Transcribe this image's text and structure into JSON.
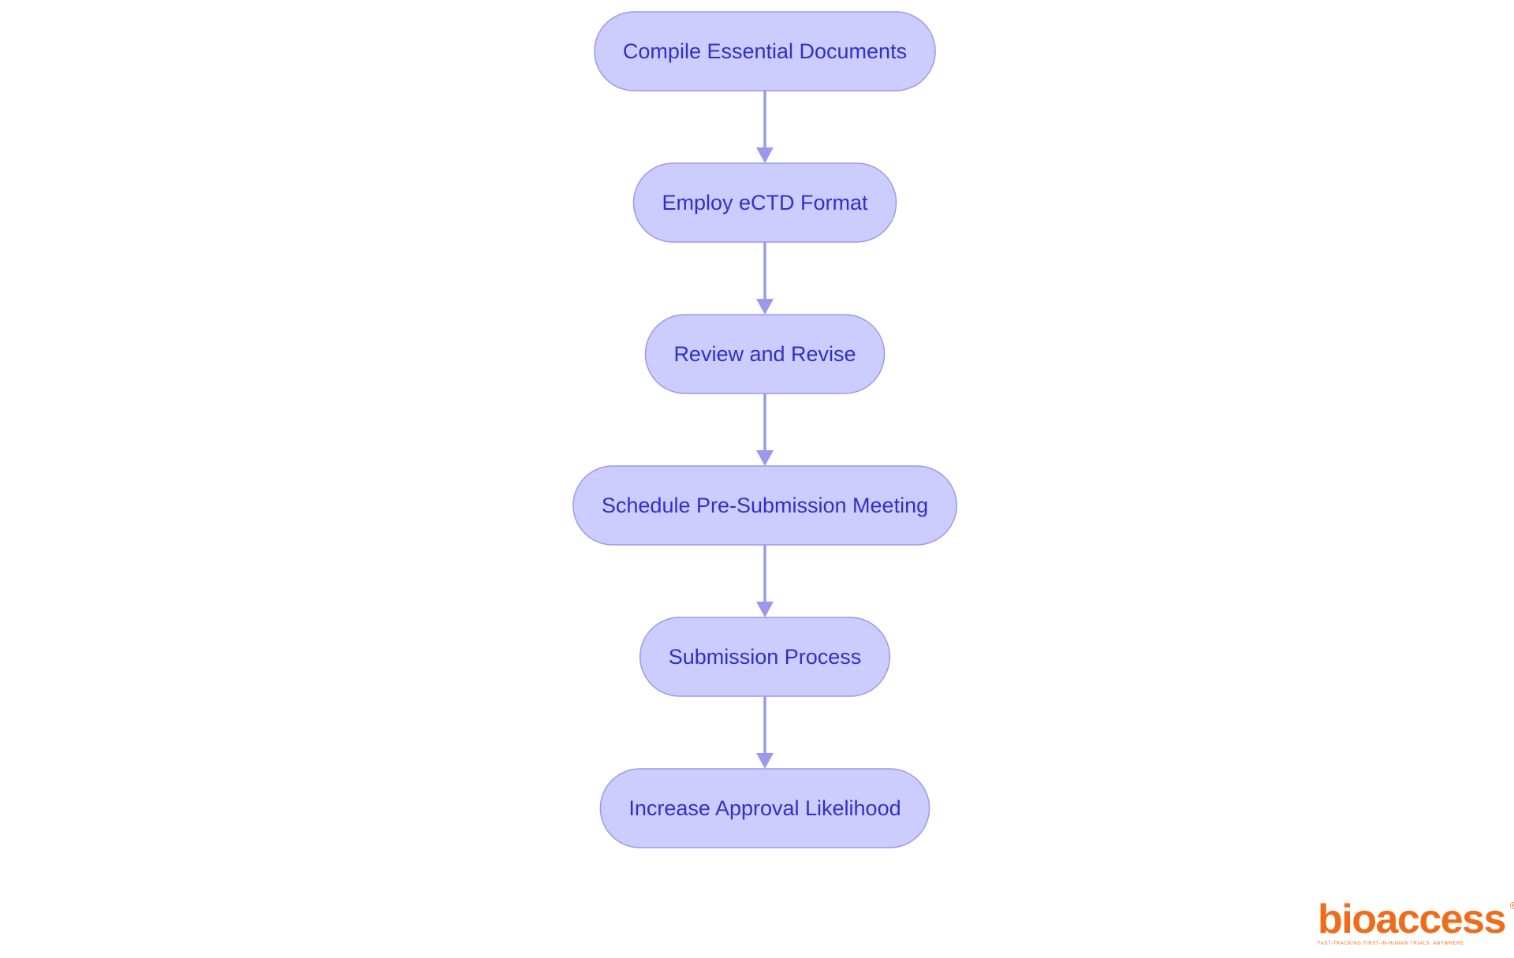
{
  "diagram": {
    "nodes": [
      {
        "id": "n1",
        "label": "Compile Essential Documents"
      },
      {
        "id": "n2",
        "label": "Employ eCTD Format"
      },
      {
        "id": "n3",
        "label": "Review and Revise"
      },
      {
        "id": "n4",
        "label": "Schedule Pre-Submission Meeting"
      },
      {
        "id": "n5",
        "label": "Submission Process"
      },
      {
        "id": "n6",
        "label": "Increase Approval Likelihood"
      }
    ],
    "edges": [
      {
        "from": "n1",
        "to": "n2"
      },
      {
        "from": "n2",
        "to": "n3"
      },
      {
        "from": "n3",
        "to": "n4"
      },
      {
        "from": "n4",
        "to": "n5"
      },
      {
        "from": "n5",
        "to": "n6"
      }
    ]
  },
  "logo": {
    "wordmark": "bioaccess",
    "registered_mark": "®",
    "tagline": "FAST-TRACKING FIRST-IN-HUMAN TRIALS, ANYWHERE"
  },
  "colors": {
    "node_fill": "#ccccff",
    "node_stroke": "#9999ee",
    "node_text": "#3030c8",
    "edge": "#9999ee",
    "brand_orange": "#ef6c1a"
  }
}
